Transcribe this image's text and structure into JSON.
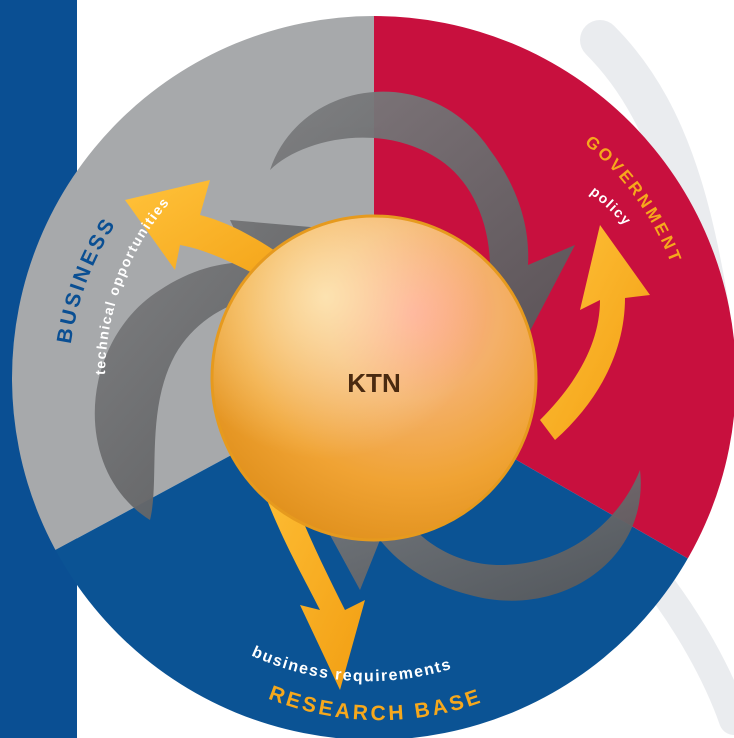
{
  "diagram": {
    "center_label": "KTN",
    "sectors": [
      {
        "id": "business",
        "title": "BUSINESS",
        "subtitle": "technical opportunities",
        "color": "#a7a9ab"
      },
      {
        "id": "government",
        "title": "GOVERNMENT",
        "subtitle": "policy",
        "color": "#c8103e"
      },
      {
        "id": "research",
        "title": "RESEARCH BASE",
        "subtitle": "business requirements",
        "color": "#0b5394"
      }
    ],
    "colors": {
      "left_bar": "#0a4f93",
      "arrow_gold": "#f6a81c",
      "arrow_grey": "#6d6e70",
      "business_title": "#0a4f93",
      "government_title": "#f6a81c",
      "research_title": "#f6a81c",
      "subtitle": "#ffffff",
      "center_text": "#4a2a10"
    }
  }
}
